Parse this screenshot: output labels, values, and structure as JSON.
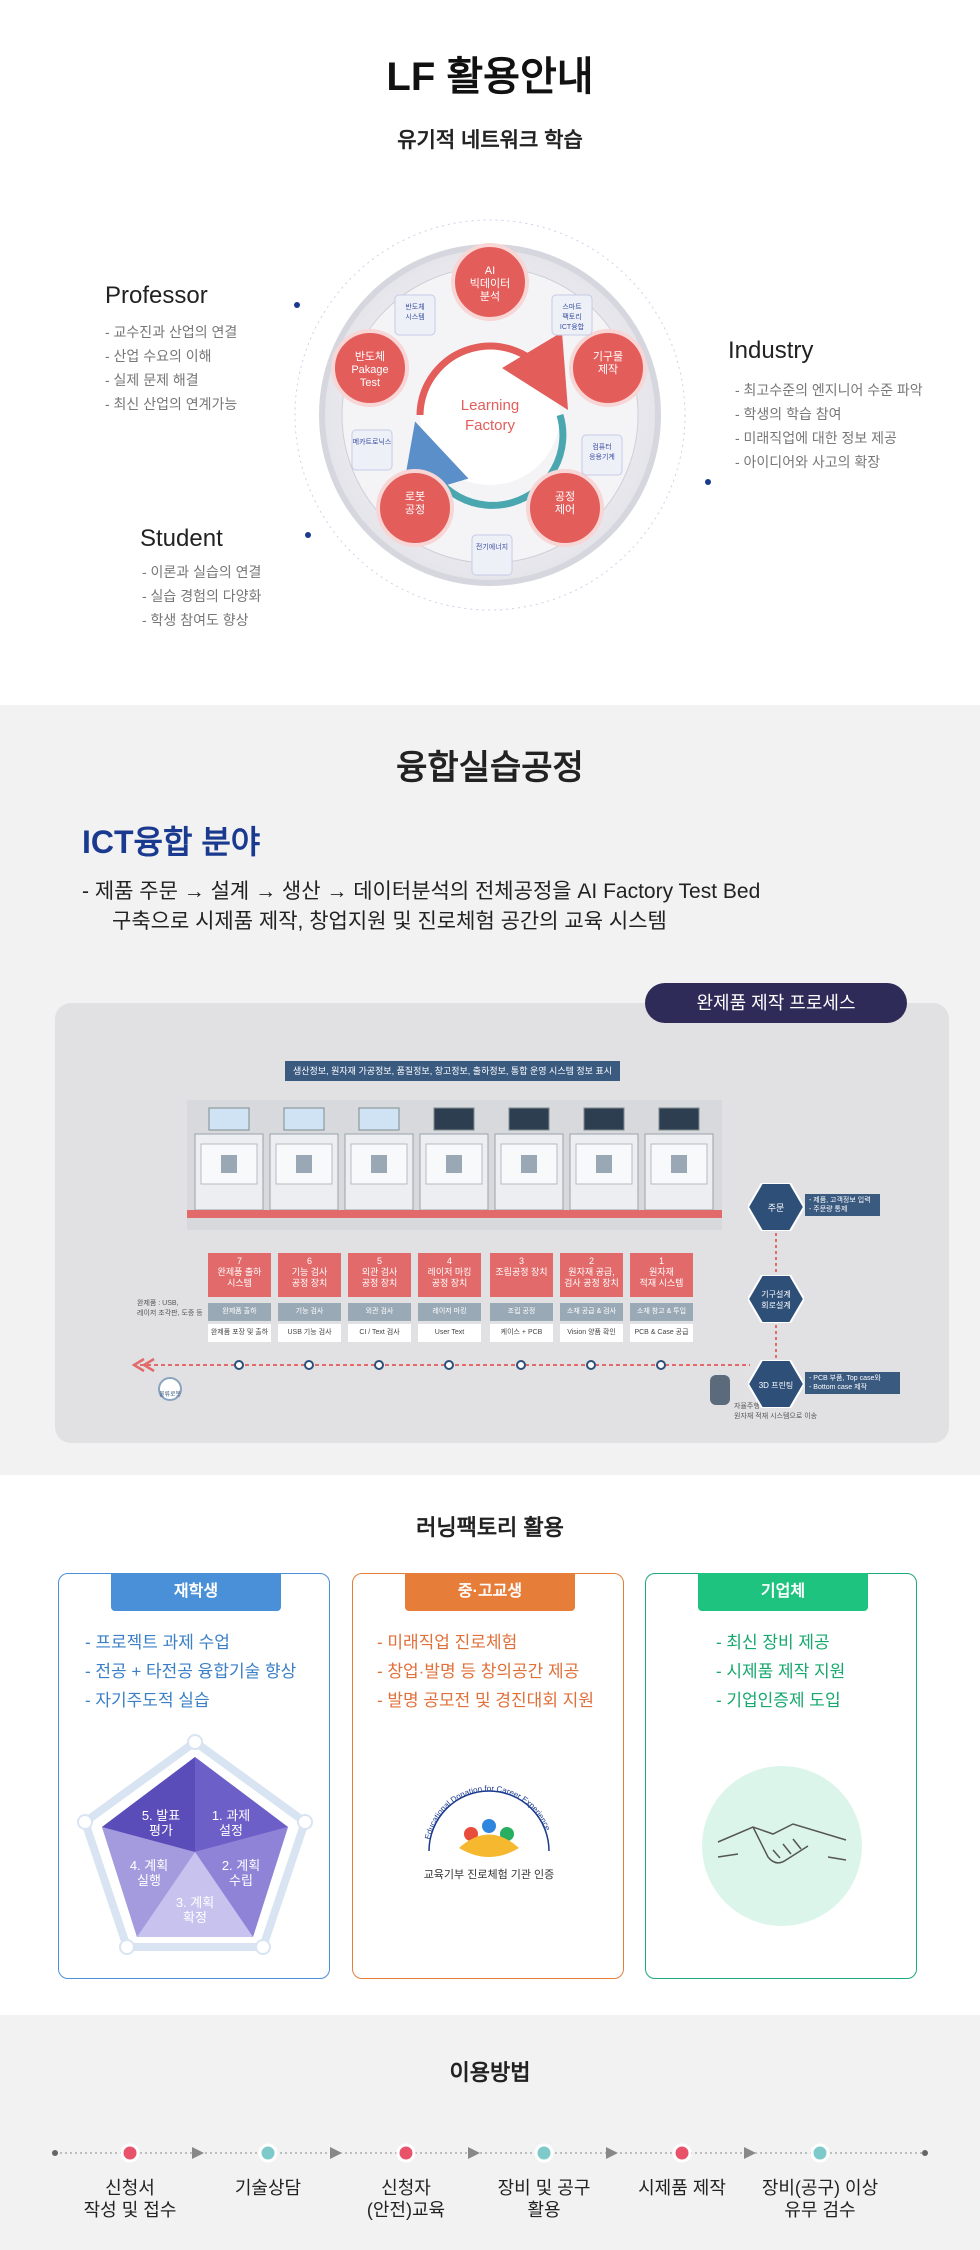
{
  "s1": {
    "title": "LF 활용안내",
    "subtitle": "유기적 네트워크 학습",
    "professor": {
      "title": "Professor",
      "items": [
        "- 교수진과 산업의 연결",
        "- 산업 수요의 이해",
        "- 실제 문제 해결",
        "- 최신 산업의 연계가능"
      ]
    },
    "industry": {
      "title": "Industry",
      "items": [
        "- 최고수준의 엔지니어 수준 파악",
        "- 학생의 학습 참여",
        "- 미래직업에 대한 정보 제공",
        "- 아이디어와 사고의 확장"
      ]
    },
    "student": {
      "title": "Student",
      "items": [
        "- 이론과 실습의 연결",
        "- 실습 경험의 다양화",
        "- 학생 참여도 향상"
      ]
    },
    "center_label_1": "Learning",
    "center_label_2": "Factory",
    "nodes": [
      {
        "l1": "AI",
        "l2": "빅데이터",
        "l3": "분석"
      },
      {
        "l1": "기구물",
        "l2": "제작",
        "l3": ""
      },
      {
        "l1": "공정",
        "l2": "제어",
        "l3": ""
      },
      {
        "l1": "로봇",
        "l2": "공정",
        "l3": ""
      },
      {
        "l1": "반도체",
        "l2": "Pakage",
        "l3": "Test"
      }
    ],
    "minis": [
      {
        "l1": "스마트",
        "l2": "팩토리",
        "l3": "ICT융합"
      },
      {
        "l1": "컴퓨터",
        "l2": "응용기계",
        "l3": ""
      },
      {
        "l1": "전기에너지",
        "l2": "",
        "l3": ""
      },
      {
        "l1": "메카트로닉스",
        "l2": "",
        "l3": ""
      },
      {
        "l1": "반도체",
        "l2": "시스템",
        "l3": ""
      }
    ]
  },
  "s2": {
    "title": "융합실습공정",
    "ict_head": "ICT융합 분야",
    "desc_line1": "- 제품 주문 → 설계 → 생산 → 데이터분석의 전체공정을 AI Factory Test Bed",
    "desc_line2": "구축으로 시제품 제작, 창업지원 및 진로체험 공간의 교육 시스템",
    "badge": "완제품 제작 프로세스",
    "top_banner": "생산정보, 원자재 가공정보, 품질정보, 창고정보, 출하정보, 통합 운영 시스템 정보 표시",
    "steps": [
      {
        "num": "7",
        "l1": "완제품 출하",
        "l2": "시스템",
        "sub": "완제품 출하",
        "sub2": "완제품 포장 및 출하"
      },
      {
        "num": "6",
        "l1": "기능 검사",
        "l2": "공정 장치",
        "sub": "기능 검사",
        "sub2": "USB 기능 검사"
      },
      {
        "num": "5",
        "l1": "외관 검사",
        "l2": "공정 장치",
        "sub": "외관 검사",
        "sub2": "CI / Text 검사"
      },
      {
        "num": "4",
        "l1": "레이저 마킹",
        "l2": "공정 장치",
        "sub": "레이저 마킹",
        "sub2": "User Text"
      },
      {
        "num": "3",
        "l1": "조립공정 장치",
        "l2": "",
        "sub": "조립 공정",
        "sub2": "케이스 + PCB"
      },
      {
        "num": "2",
        "l1": "원자재 공급,",
        "l2": "검사 공정 장치",
        "sub": "소재 공급 & 검사",
        "sub2": "Vision 양품 확인"
      },
      {
        "num": "1",
        "l1": "원자재",
        "l2": "적재 시스템",
        "sub": "소재 창고 & 투입",
        "sub2": "PCB & Case 공급"
      }
    ],
    "hex": [
      {
        "label": "주문",
        "note1": "- 제품, 고객정보 입력",
        "note2": "- 주문량 통제"
      },
      {
        "label": "기구설계",
        "label2": "회로설계",
        "note1": "",
        "note2": ""
      },
      {
        "label": "3D 프린팅",
        "note1": "- PCB 부품, Top case와",
        "note2": "- Bottom case 제작"
      }
    ],
    "left_note_1": "완제품 : USB,",
    "left_note_2": "레이저 조각판, 도증 등",
    "bottom_note_1": "자율주행",
    "bottom_note_2": "원자재 적재 시스템으로 이송",
    "robot_label": "물류로봇"
  },
  "s3": {
    "title": "러닝팩토리 활용",
    "card1": {
      "tab": "재학생",
      "items": [
        "- 프로젝트 과제 수업",
        "- 전공 + 타전공 융합기술 향상",
        "- 자기주도적 실습"
      ]
    },
    "card2": {
      "tab": "중·고교생",
      "items": [
        "- 미래직업 진로체험",
        "- 창업·발명 등 창의공간 제공",
        "- 발명 공모전 및 경진대회 지원"
      ],
      "badge_arc": "Educational Donation for Career Experience",
      "badge_text": "교육기부 진로체험 기관 인증"
    },
    "card3": {
      "tab": "기업체",
      "items": [
        "- 최신 장비 제공",
        "- 시제품 제작 지원",
        "- 기업인증제 도입"
      ]
    },
    "pentagon": [
      {
        "l1": "1. 과제",
        "l2": "설정"
      },
      {
        "l1": "2. 계획",
        "l2": "수립"
      },
      {
        "l1": "3. 계획",
        "l2": "확정"
      },
      {
        "l1": "4. 계획",
        "l2": "실행"
      },
      {
        "l1": "5. 발표",
        "l2": "평가"
      }
    ]
  },
  "s4": {
    "title": "이용방법",
    "steps": [
      {
        "l1": "신청서",
        "l2": "작성 및 접수"
      },
      {
        "l1": "기술상담",
        "l2": ""
      },
      {
        "l1": "신청자",
        "l2": "(안전)교육"
      },
      {
        "l1": "장비 및 공구",
        "l2": "활용"
      },
      {
        "l1": "시제품 제작",
        "l2": ""
      },
      {
        "l1": "장비(공구) 이상",
        "l2": "유무 검수"
      }
    ]
  },
  "colors": {
    "accent_red": "#e35d5b",
    "navy": "#1a3a8f",
    "card_blue": "#4a90d9",
    "card_orange": "#e67e3a",
    "card_green": "#1ea978"
  }
}
